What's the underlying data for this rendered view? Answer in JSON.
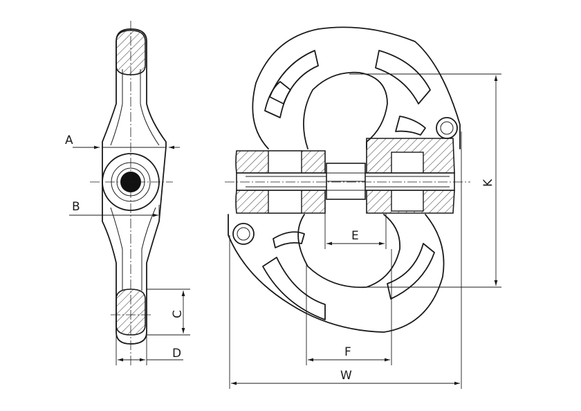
{
  "dimension_labels": {
    "A": "A",
    "B": "B",
    "C": "C",
    "D": "D",
    "E": "E",
    "F": "F",
    "W": "W",
    "K": "K"
  }
}
